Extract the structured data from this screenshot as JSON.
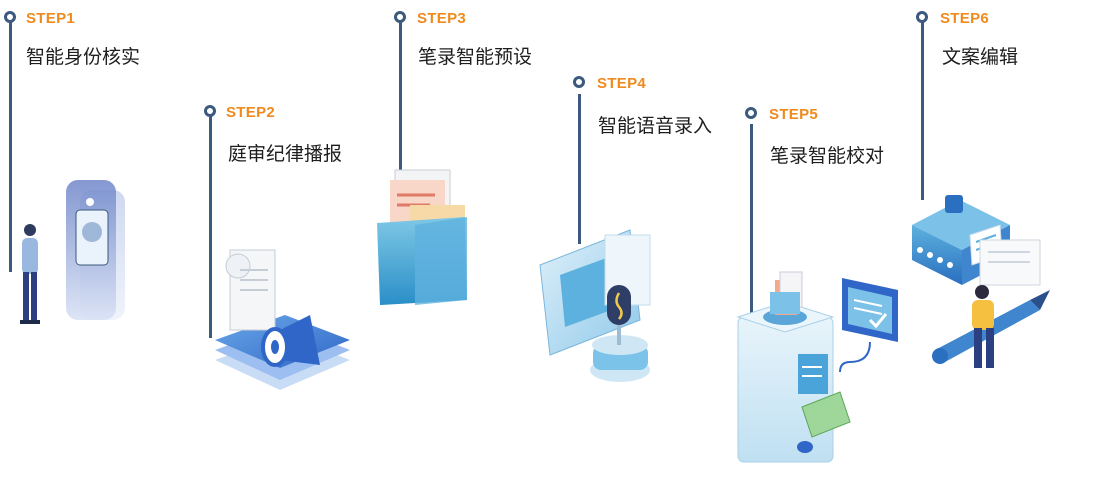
{
  "colors": {
    "accent": "#f08a1c",
    "line": "#3b5a7e",
    "text": "#1e1e1e",
    "illustration_primary": "#3fa6d6",
    "illustration_light": "#cfe7f5"
  },
  "steps": [
    {
      "label": "STEP1",
      "title": "智能身份核实",
      "icon": "identity-scan-icon"
    },
    {
      "label": "STEP2",
      "title": "庭审纪律播报",
      "icon": "megaphone-icon"
    },
    {
      "label": "STEP3",
      "title": "笔录智能预设",
      "icon": "document-folder-icon"
    },
    {
      "label": "STEP4",
      "title": "智能语音录入",
      "icon": "microphone-icon"
    },
    {
      "label": "STEP5",
      "title": "笔录智能校对",
      "icon": "proofreading-machine-icon"
    },
    {
      "label": "STEP6",
      "title": "文案编辑",
      "icon": "typewriter-pen-icon"
    }
  ]
}
